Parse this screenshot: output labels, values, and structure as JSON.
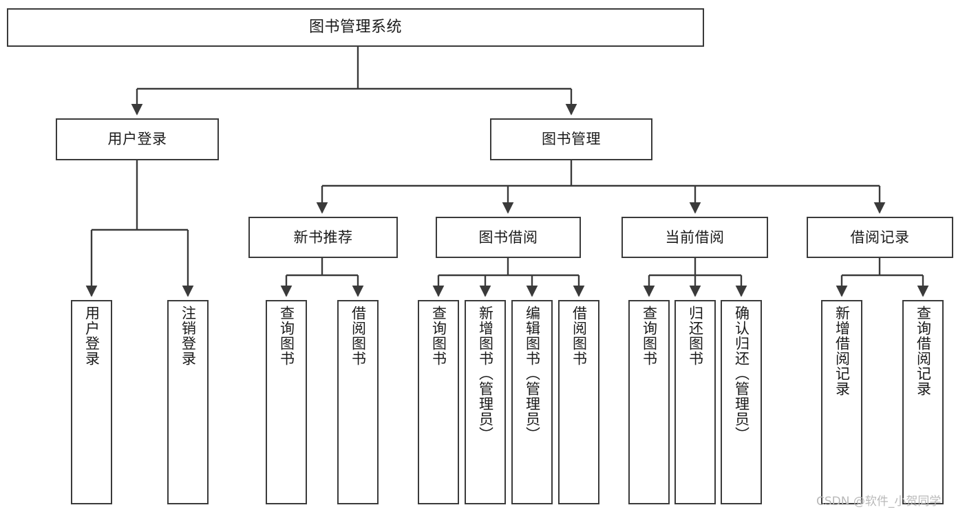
{
  "diagram": {
    "type": "tree",
    "title": "图书管理系统",
    "orientation": "top-down",
    "stroke_color": "#3a3a3a",
    "fill_color": "#ffffff",
    "text_color": "#1a1a1a",
    "watermark": "CSDN @软件_小贺同学"
  },
  "nodes": {
    "root": {
      "label": "图书管理系统"
    },
    "level1": [
      {
        "label": "用户登录"
      },
      {
        "label": "图书管理"
      }
    ],
    "level2": [
      {
        "label": "新书推荐"
      },
      {
        "label": "图书借阅"
      },
      {
        "label": "当前借阅"
      },
      {
        "label": "借阅记录"
      }
    ],
    "leaves": {
      "user_login": [
        {
          "label": "用户登录"
        },
        {
          "label": "注销登录"
        }
      ],
      "new_book_recommend": [
        {
          "label": "查询图书"
        },
        {
          "label": "借阅图书"
        }
      ],
      "book_borrow": [
        {
          "label": "查询图书"
        },
        {
          "label": "新增图书（管理员）"
        },
        {
          "label": "编辑图书（管理员）"
        },
        {
          "label": "借阅图书"
        }
      ],
      "current_borrow": [
        {
          "label": "查询图书"
        },
        {
          "label": "归还图书"
        },
        {
          "label": "确认归还（管理员）"
        }
      ],
      "borrow_record": [
        {
          "label": "新增借阅记录"
        },
        {
          "label": "查询借阅记录"
        }
      ]
    }
  }
}
